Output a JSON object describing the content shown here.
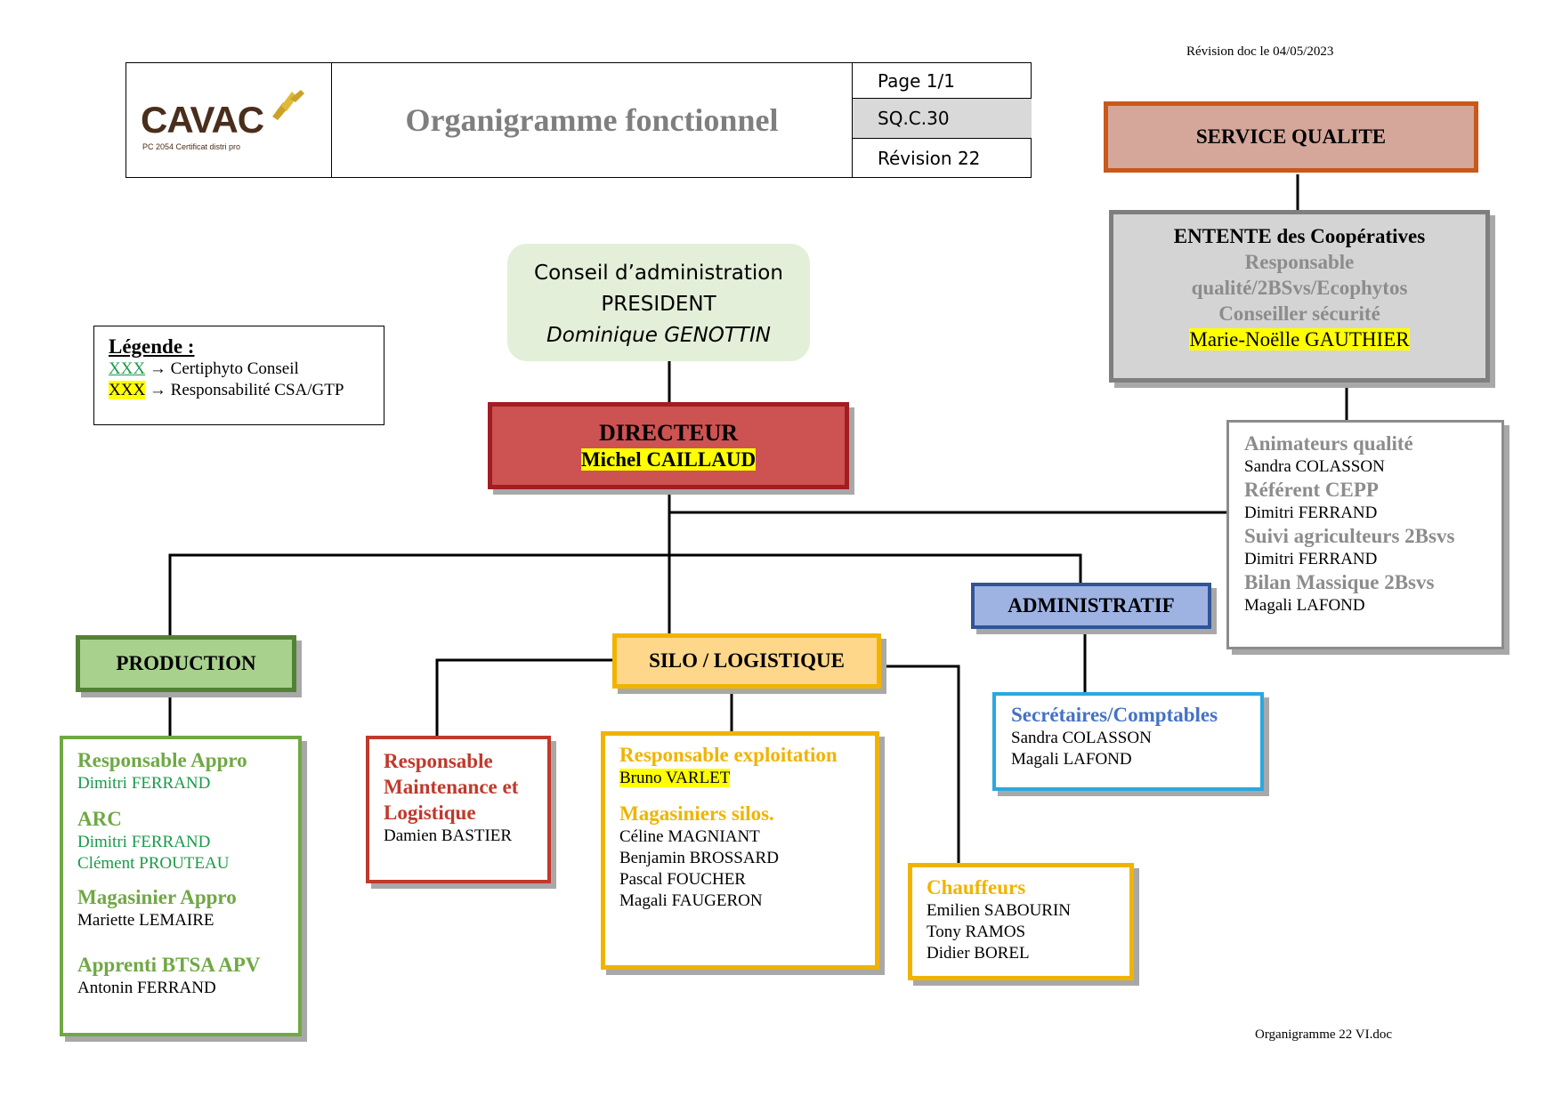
{
  "header": {
    "revision_doc": "Révision doc le  04/05/2023",
    "logo_text": "CAVAC",
    "logo_subtext": "PC 2054 Certificat distri pro",
    "title": "Organigramme fonctionnel",
    "page": "Page 1/1",
    "code": "SQ.C.30",
    "revision": "Révision 22"
  },
  "legend": {
    "title": "Légende :",
    "item1_code": "XXX",
    "item1_text": " → Certiphyto Conseil",
    "item2_code": "XXX",
    "item2_text": " → Responsabilité CSA/GTP"
  },
  "conseil": {
    "line1": "Conseil d’administration",
    "line2": "PRESIDENT",
    "line3": "Dominique GENOTTIN"
  },
  "directeur": {
    "title": "DIRECTEUR",
    "name": "Michel CAILLAUD"
  },
  "service_qualite": {
    "title": "SERVICE QUALITE"
  },
  "entente": {
    "title": "ENTENTE des Coopératives",
    "role1": "Responsable",
    "role2": "qualité/2BSvs/Ecophytos",
    "role3": "Conseiller sécurité",
    "name": "Marie-Noëlle GAUTHIER"
  },
  "animateurs": {
    "h1": "Animateurs qualité",
    "n1": "Sandra COLASSON",
    "h2": "Référent CEPP",
    "n2": "Dimitri FERRAND",
    "h3": "Suivi agriculteurs 2Bsvs",
    "n3": "Dimitri FERRAND",
    "h4": "Bilan Massique 2Bsvs",
    "n4": "Magali LAFOND"
  },
  "production": {
    "title": "PRODUCTION",
    "h1": "Responsable Appro",
    "n1": "Dimitri FERRAND",
    "h2": "ARC",
    "n2a": "Dimitri FERRAND",
    "n2b": "Clément PROUTEAU",
    "h3": "Magasinier Appro",
    "n3": "Mariette LEMAIRE",
    "h4": "Apprenti BTSA APV",
    "n4": "Antonin FERRAND"
  },
  "silo": {
    "title": "SILO / LOGISTIQUE",
    "h1": "Responsable exploitation",
    "n1": "Bruno VARLET",
    "h2": "Magasiniers silos.",
    "n2a": "Céline MAGNIANT",
    "n2b": "Benjamin BROSSARD",
    "n2c": "Pascal FOUCHER",
    "n2d": "Magali FAUGERON"
  },
  "maintenance": {
    "h1a": "Responsable",
    "h1b": "Maintenance et",
    "h1c": "Logistique",
    "n1": "Damien BASTIER"
  },
  "chauffeurs": {
    "h1": "Chauffeurs",
    "n1": "Emilien SABOURIN",
    "n2": "Tony RAMOS",
    "n3": "Didier BOREL"
  },
  "administratif": {
    "title": "ADMINISTRATIF",
    "h1": "Secrétaires/Comptables",
    "n1": "Sandra COLASSON",
    "n2": "Magali LAFOND"
  },
  "footer": {
    "filename": "Organigramme 22 VI.doc"
  },
  "colors": {
    "production": "#70a845",
    "silo": "#f0b400",
    "maintenance": "#c0392b",
    "administratif": "#4472c4",
    "secretaires": "#29a8e0",
    "directeur": "#a21d22",
    "service_qualite": "#c9581a"
  }
}
